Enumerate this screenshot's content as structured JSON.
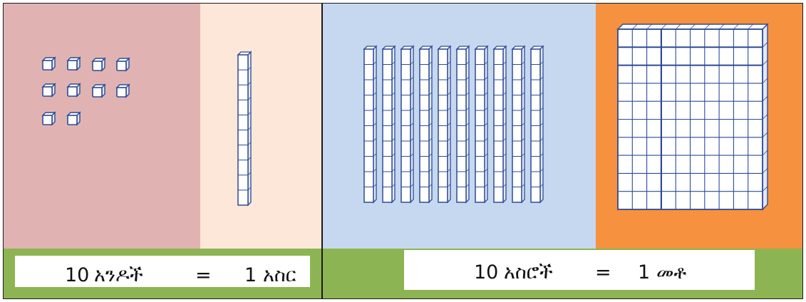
{
  "left_section": {
    "units_count": 10,
    "label": {
      "number": "10",
      "units_word": "አንዶች",
      "equals": "=",
      "result_number": "1",
      "result_word": "አስር"
    }
  },
  "right_section": {
    "rods_count": 10,
    "label": {
      "number": "10",
      "tens_word": "አስሮች",
      "equals": "=",
      "result_number": "1",
      "result_word": "መቶ"
    }
  },
  "colors": {
    "units_panel_bg": "#e0b3b2",
    "rod_panel_bg": "#fde7d8",
    "rods_panel_bg": "#c5d8ef",
    "flat_panel_bg": "#f5913f",
    "bottom_band": "#8db452",
    "block_outline": "#2c4a96",
    "block_face": "#ffffff"
  }
}
